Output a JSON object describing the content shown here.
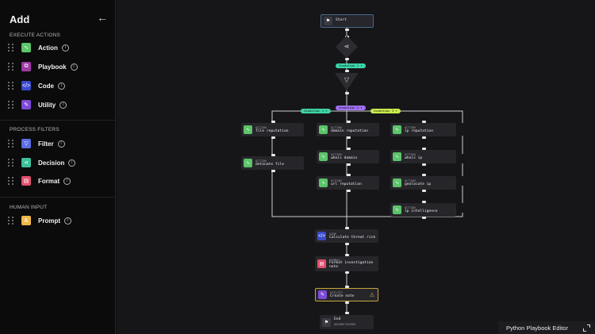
{
  "sidebar": {
    "title": "Add",
    "back_icon": "arrow-left-icon",
    "sections": [
      {
        "label": "EXECUTE ACTIONS",
        "items": [
          {
            "label": "Action",
            "icon": "action-icon",
            "color": "#5cc46a",
            "glyph": "∿"
          },
          {
            "label": "Playbook",
            "icon": "playbook-icon",
            "color": "#a13aa8",
            "glyph": "⧉"
          },
          {
            "label": "Code",
            "icon": "code-icon",
            "color": "#3b4ac9",
            "glyph": "</>"
          },
          {
            "label": "Utility",
            "icon": "utility-icon",
            "color": "#7e4ad8",
            "glyph": "✎"
          }
        ]
      },
      {
        "label": "PROCESS FILTERS",
        "items": [
          {
            "label": "Filter",
            "icon": "filter-icon",
            "color": "#5b6de0",
            "glyph": "▽"
          },
          {
            "label": "Decision",
            "icon": "decision-icon",
            "color": "#3dbf9a",
            "glyph": "⋖"
          },
          {
            "label": "Format",
            "icon": "format-icon",
            "color": "#e0506e",
            "glyph": "▤"
          }
        ]
      },
      {
        "label": "HUMAN INPUT",
        "items": [
          {
            "label": "Prompt",
            "icon": "prompt-icon",
            "color": "#f0b84a",
            "glyph": "&"
          }
        ]
      }
    ]
  },
  "canvas": {
    "start": {
      "label": "Start",
      "icon": "flag-icon"
    },
    "end": {
      "label": "End",
      "sub": "Unconfigured",
      "icon": "flag-icon"
    },
    "decision_glyph": "⋖",
    "filter_glyph": "▽",
    "conditions": [
      {
        "label": "Condition 1 ▾",
        "color": "#3dd6a8"
      },
      {
        "label": "Condition 1 ▾",
        "color": "#3dd6a8"
      },
      {
        "label": "Condition 2 ▾",
        "color": "#a070f0"
      },
      {
        "label": "Condition 3 ▾",
        "color": "#c9ec4a"
      }
    ],
    "nodes": [
      {
        "kind": "ACTION",
        "name": "file reputation",
        "color": "#5cc46a",
        "glyph": "∿"
      },
      {
        "kind": "ACTION",
        "name": "detonate file",
        "color": "#5cc46a",
        "glyph": "∿"
      },
      {
        "kind": "ACTION",
        "name": "domain reputation",
        "color": "#5cc46a",
        "glyph": "∿"
      },
      {
        "kind": "ACTION",
        "name": "whois domain",
        "color": "#5cc46a",
        "glyph": "∿"
      },
      {
        "kind": "ACTION",
        "name": "url reputation",
        "color": "#5cc46a",
        "glyph": "∿"
      },
      {
        "kind": "ACTION",
        "name": "ip reputation",
        "color": "#5cc46a",
        "glyph": "∿"
      },
      {
        "kind": "ACTION",
        "name": "whois ip",
        "color": "#5cc46a",
        "glyph": "∿"
      },
      {
        "kind": "ACTION",
        "name": "geolocate ip",
        "color": "#5cc46a",
        "glyph": "∿"
      },
      {
        "kind": "ACTION",
        "name": "ip intelligence",
        "color": "#5cc46a",
        "glyph": "∿"
      },
      {
        "kind": "CODE",
        "name": "Calculate threat risk",
        "color": "#3b4ac9",
        "glyph": "</>"
      },
      {
        "kind": "FORMAT",
        "name": "Format investigation note",
        "color": "#e0506e",
        "glyph": "▤"
      },
      {
        "kind": "UTILITY",
        "name": "Create note",
        "color": "#7e4ad8",
        "glyph": "✎",
        "warning": "⚠"
      }
    ]
  },
  "footer": {
    "editor_label": "Python Playbook Editor",
    "fullscreen_icon": "expand-icon"
  }
}
